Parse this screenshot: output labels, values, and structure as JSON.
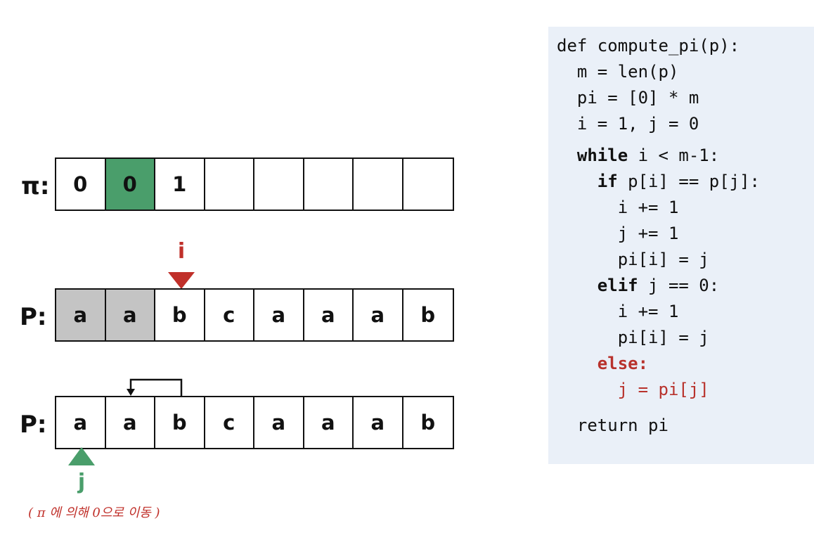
{
  "colors": {
    "green_fill": "#4a9e6b",
    "gray_fill": "#c4c4c4",
    "red_accent": "#c0302a",
    "green_accent": "#4a9e6b",
    "code_background": "#eaf0f8"
  },
  "pi_row": {
    "label": "π:",
    "cells": [
      "0",
      "0",
      "1",
      "",
      "",
      "",
      "",
      ""
    ],
    "highlight_index": 1,
    "highlight": "green"
  },
  "p_row_top": {
    "label": "P:",
    "cells": [
      "a",
      "a",
      "b",
      "c",
      "a",
      "a",
      "a",
      "b"
    ],
    "highlight_indices": [
      0,
      1
    ],
    "highlight": "gray"
  },
  "p_row_bottom": {
    "label": "P:",
    "cells": [
      "a",
      "a",
      "b",
      "c",
      "a",
      "a",
      "a",
      "b"
    ]
  },
  "marker_i": {
    "label": "i",
    "index": 2,
    "color": "red",
    "direction": "down"
  },
  "marker_j": {
    "label": "j",
    "index": 0,
    "color": "green",
    "direction": "up"
  },
  "arrow": {
    "from_index": 2,
    "to_index": 1
  },
  "note": "( π 에 의해 0으로 이동 )",
  "code": [
    {
      "text": "def compute_pi(p):",
      "bold_prefix": "",
      "style": ""
    },
    {
      "text": "  m = len(p)",
      "bold_prefix": "",
      "style": ""
    },
    {
      "text": "  pi = [0] * m",
      "bold_prefix": "",
      "style": ""
    },
    {
      "text": "  i = 1, j = 0",
      "bold_prefix": "",
      "style": ""
    },
    {
      "text": " i < m-1:",
      "bold_prefix": "  while",
      "style": "gap"
    },
    {
      "text": " p[i] == p[j]:",
      "bold_prefix": "    if",
      "style": ""
    },
    {
      "text": "      i += 1",
      "bold_prefix": "",
      "style": ""
    },
    {
      "text": "      j += 1",
      "bold_prefix": "",
      "style": ""
    },
    {
      "text": "      pi[i] = j",
      "bold_prefix": "",
      "style": ""
    },
    {
      "text": " j == 0:",
      "bold_prefix": "    elif",
      "style": ""
    },
    {
      "text": "      i += 1",
      "bold_prefix": "",
      "style": ""
    },
    {
      "text": "      pi[i] = j",
      "bold_prefix": "",
      "style": ""
    },
    {
      "text": "",
      "bold_prefix": "    else:",
      "style": "red"
    },
    {
      "text": "      j = pi[j]",
      "bold_prefix": "",
      "style": "red"
    },
    {
      "text": "  return pi",
      "bold_prefix": "",
      "style": "gap2"
    }
  ]
}
